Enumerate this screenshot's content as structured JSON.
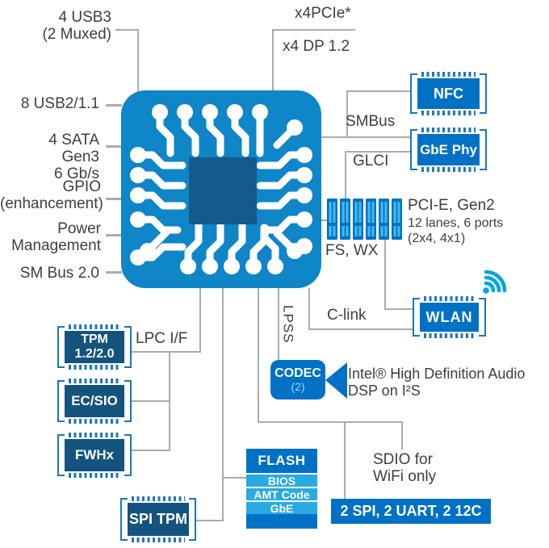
{
  "labels": {
    "usb3": "4 USB3\n(2 Muxed)",
    "usb2": "8 USB2/1.1",
    "sata": "4 SATA Gen3\n6 Gb/s",
    "gpio": "GPIO\n(enhancement)",
    "power": "Power\nManagement",
    "smbus20": "SM Bus 2.0",
    "pcie_top": "x4PCIe*",
    "dp": "x4 DP 1.2",
    "smbus": "SMBus",
    "glci": "GLCI",
    "pcie_gen2": "PCI-E, Gen2",
    "pcie_lanes": "12 lanes, 6 ports",
    "pcie_ports": "(2x4, 4x1)",
    "fswx": "FS, WX",
    "clink": "C-link",
    "lpss": "LPSS",
    "lpcif": "LPC I/F",
    "hda": "Intel® High Definition Audio\nDSP on I²S",
    "sdio": "SDIO for\nWiFi only"
  },
  "chips": {
    "nfc": "NFC",
    "gbe_phy": "GbE Phy",
    "wlan": "WLAN",
    "tpm": "TPM\n1.2/2.0",
    "ecsio": "EC/SIO",
    "fwhx": "FWHx",
    "spitpm": "SPI TPM"
  },
  "flash": {
    "title": "FLASH",
    "rows": [
      "BIOS",
      "AMT Code",
      "GbE"
    ]
  },
  "codec": {
    "title": "CODEC",
    "count": "(2)"
  },
  "io_box": "2 SPI, 2 UART, 2 12C",
  "colors": {
    "intel_blue": "#0071C5",
    "chip_body": "#0E86C8",
    "chip_core": "#135A8D",
    "navy_chip": "#14537E",
    "light_cyan": "#29ABE2",
    "wifi_cyan": "#00A7E1",
    "connector_gray": "#ABABAB",
    "label_text": "#3E3E3E"
  }
}
